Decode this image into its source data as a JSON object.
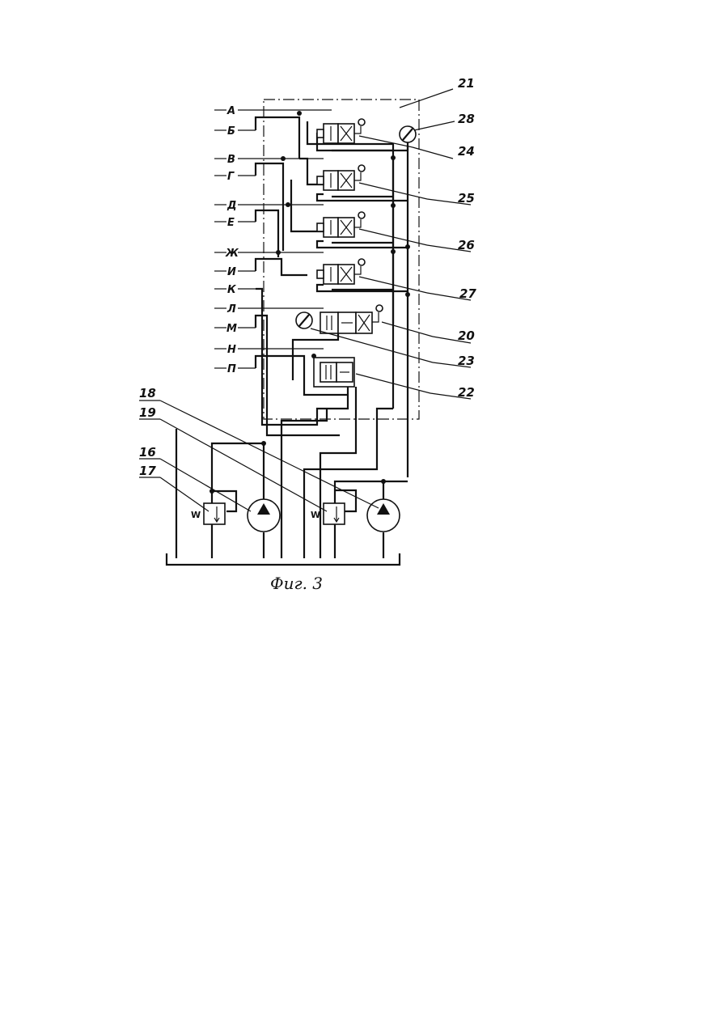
{
  "ports": [
    "А",
    "Б",
    "В",
    "Г",
    "Д",
    "Е",
    "Ж",
    "И",
    "К",
    "Л",
    "М",
    "Н",
    "П"
  ],
  "callouts": {
    "c21": "21",
    "c28": "28",
    "c24": "24",
    "c25": "25",
    "c26": "26",
    "c27": "27",
    "c20": "20",
    "c23": "23",
    "c22": "22",
    "c18": "18",
    "c19": "19",
    "c16": "16",
    "c17": "17"
  },
  "caption": "Фиг. 3"
}
